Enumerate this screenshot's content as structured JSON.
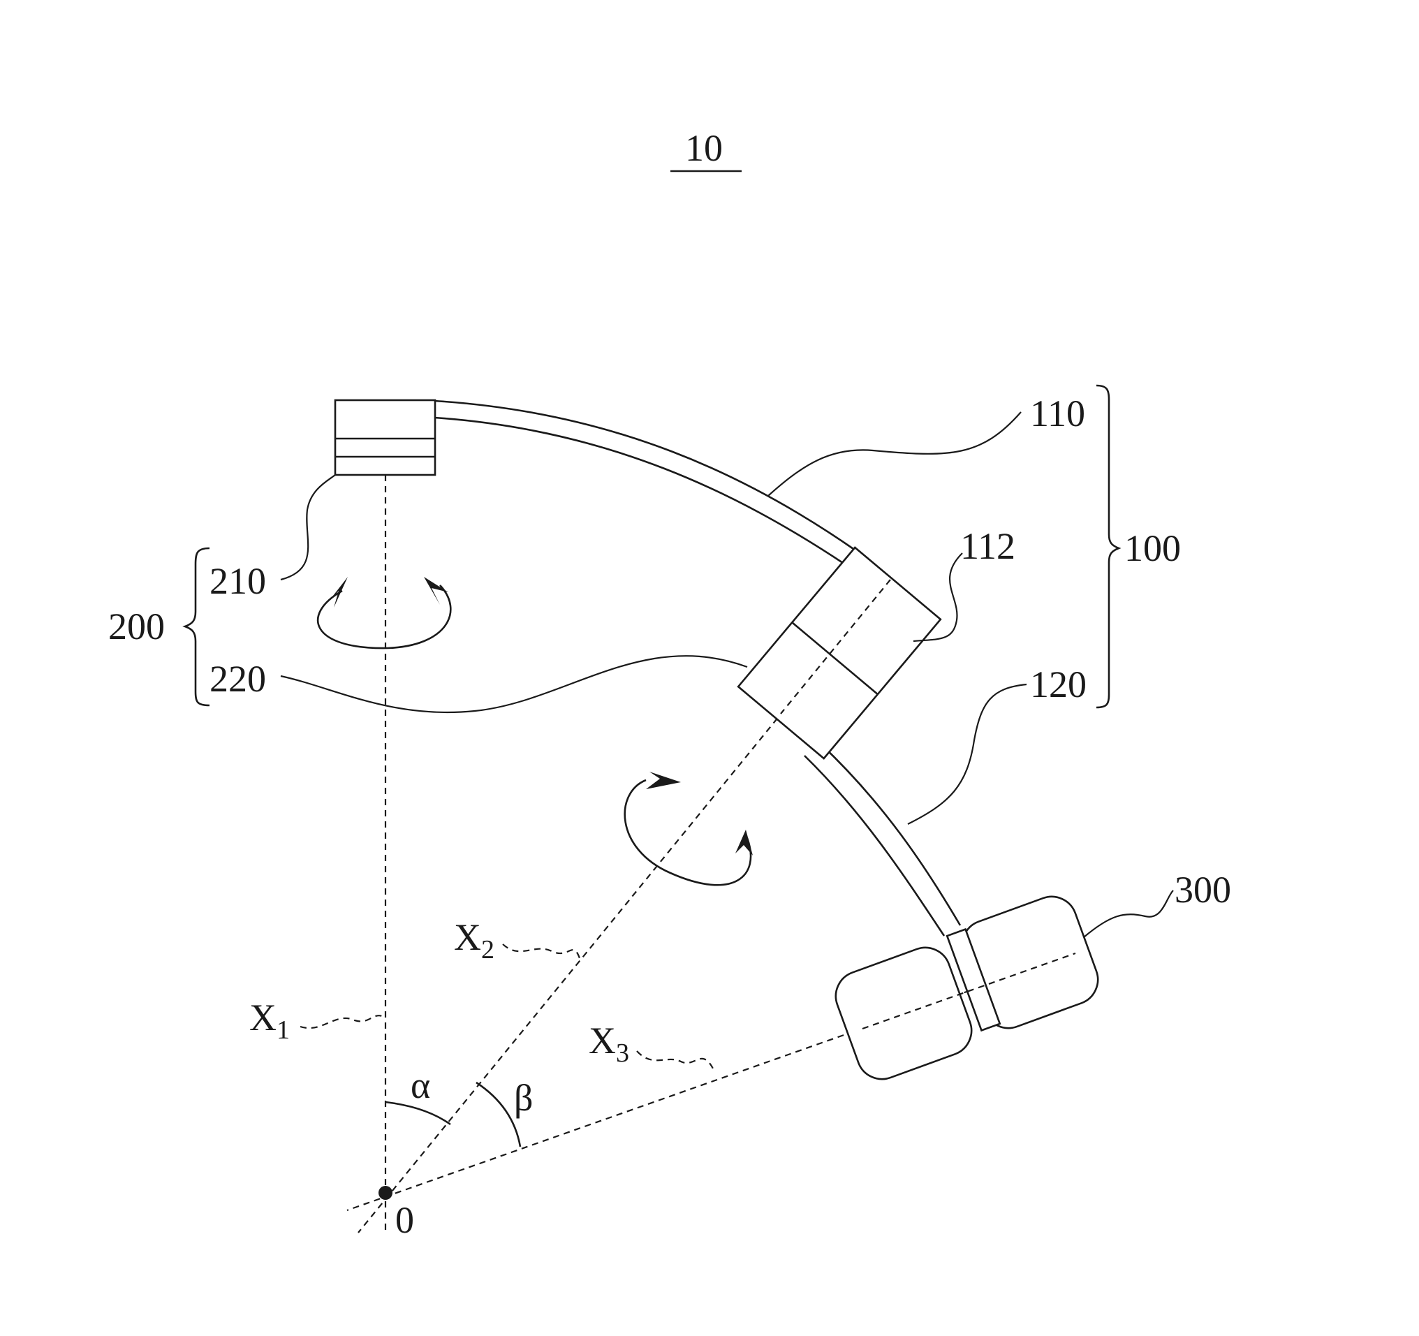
{
  "figure_number": "10",
  "labels": {
    "ref_110": "110",
    "ref_112": "112",
    "ref_100": "100",
    "ref_120": "120",
    "ref_200": "200",
    "ref_210": "210",
    "ref_220": "220",
    "ref_300": "300",
    "origin": "0",
    "angle_alpha": "α",
    "angle_beta": "β",
    "axis_x1_letter": "X",
    "axis_x1_sub": "1",
    "axis_x2_letter": "X",
    "axis_x2_sub": "2",
    "axis_x3_letter": "X",
    "axis_x3_sub": "3"
  },
  "colors": {
    "ink": "#1a1a1a",
    "paper": "#ffffff"
  }
}
